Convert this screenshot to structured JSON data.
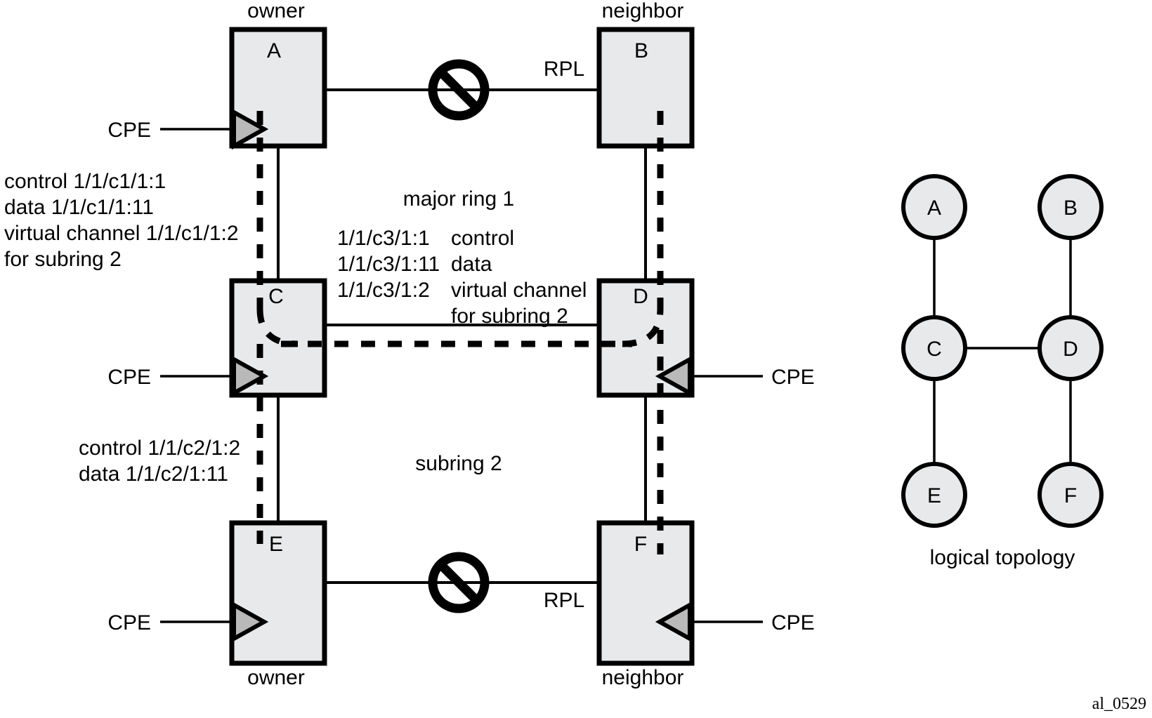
{
  "figure": {
    "id_code": "al_0529",
    "colors": {
      "node_fill": "#e8e9ea",
      "node_stroke": "#000000",
      "cpe_arrow_fill": "#b9b9b9",
      "background": "#ffffff"
    }
  },
  "physical_ring": {
    "ring_labels": {
      "major_ring": "major ring 1",
      "subring": "subring 2"
    },
    "nodes": [
      {
        "id": "A",
        "label": "A",
        "role": "owner",
        "role_position": "top"
      },
      {
        "id": "B",
        "label": "B",
        "role": "neighbor",
        "role_position": "top"
      },
      {
        "id": "C",
        "label": "C",
        "role": "",
        "role_position": ""
      },
      {
        "id": "D",
        "label": "D",
        "role": "",
        "role_position": ""
      },
      {
        "id": "E",
        "label": "E",
        "role": "owner",
        "role_position": "bottom"
      },
      {
        "id": "F",
        "label": "F",
        "role": "neighbor",
        "role_position": "bottom"
      }
    ],
    "rpl_links": [
      {
        "label": "RPL",
        "between": "A-B",
        "blocked": true
      },
      {
        "label": "RPL",
        "between": "E-F",
        "blocked": true
      }
    ],
    "cpe_ports": [
      {
        "label": "CPE",
        "node": "A",
        "side": "left"
      },
      {
        "label": "CPE",
        "node": "C",
        "side": "left"
      },
      {
        "label": "CPE",
        "node": "E",
        "side": "left"
      },
      {
        "label": "CPE",
        "node": "D",
        "side": "right"
      },
      {
        "label": "CPE",
        "node": "F",
        "side": "right"
      }
    ],
    "annotations": {
      "left_top": [
        "control 1/1/c1/1:1",
        "data 1/1/c1/1:11",
        "virtual channel 1/1/c1/1:2",
        "for subring 2"
      ],
      "left_bottom": [
        "control 1/1/c2/1:2",
        "data 1/1/c2/1:11"
      ],
      "center": [
        {
          "port": "1/1/c3/1:1",
          "desc": "control"
        },
        {
          "port": "1/1/c3/1:11",
          "desc": "data"
        },
        {
          "port": "1/1/c3/1:2",
          "desc": "virtual channel"
        },
        {
          "port": "",
          "desc": "for subring 2"
        }
      ]
    }
  },
  "logical_topology": {
    "caption": "logical topology",
    "nodes": [
      {
        "id": "A",
        "label": "A"
      },
      {
        "id": "B",
        "label": "B"
      },
      {
        "id": "C",
        "label": "C"
      },
      {
        "id": "D",
        "label": "D"
      },
      {
        "id": "E",
        "label": "E"
      },
      {
        "id": "F",
        "label": "F"
      }
    ],
    "edges": [
      {
        "from": "A",
        "to": "C"
      },
      {
        "from": "B",
        "to": "D"
      },
      {
        "from": "C",
        "to": "D"
      },
      {
        "from": "C",
        "to": "E"
      },
      {
        "from": "D",
        "to": "F"
      }
    ]
  }
}
